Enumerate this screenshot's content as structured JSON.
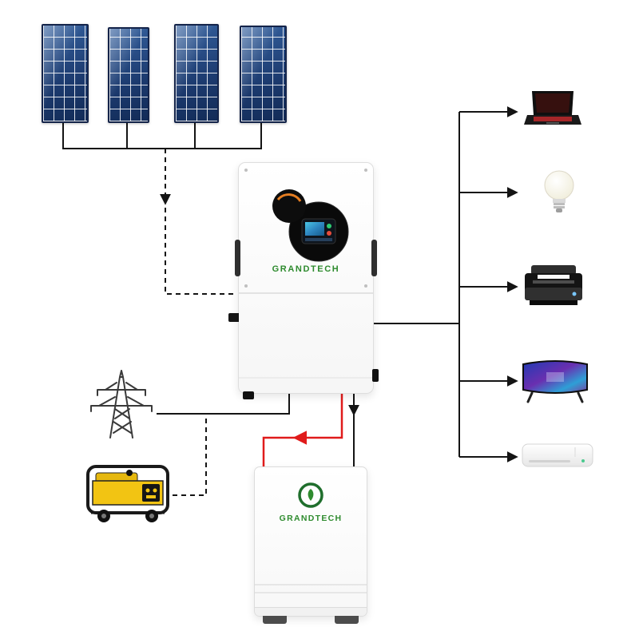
{
  "nodes": {
    "solar_array": {
      "icon": "solar-panel-icon",
      "panel_count": 4
    },
    "inverter": {
      "icon": "hybrid-inverter",
      "label": "GRANDTECH"
    },
    "battery": {
      "icon": "battery-storage",
      "label": "GRANDTECH"
    },
    "grid": {
      "icon": "transmission-tower-icon"
    },
    "generator": {
      "icon": "generator-icon"
    },
    "loads": [
      {
        "icon": "laptop-icon"
      },
      {
        "icon": "light-bulb-icon"
      },
      {
        "icon": "printer-icon"
      },
      {
        "icon": "tv-icon"
      },
      {
        "icon": "air-conditioner-icon"
      }
    ]
  },
  "connections": [
    {
      "from": "solar_array",
      "to": "inverter",
      "style": "dashed",
      "color": "#141414"
    },
    {
      "from": "grid",
      "to": "inverter",
      "style": "solid",
      "color": "#141414"
    },
    {
      "from": "generator",
      "to": "grid_line",
      "style": "dashed",
      "color": "#141414"
    },
    {
      "from": "inverter",
      "to": "battery",
      "style": "solid",
      "color": "#e01b1b"
    },
    {
      "from": "inverter",
      "to": "battery",
      "style": "solid",
      "color": "#141414"
    },
    {
      "from": "inverter",
      "to": "loads_bus",
      "style": "solid",
      "color": "#141414"
    }
  ],
  "colors": {
    "background": "#ffffff",
    "line": "#141414",
    "power_red": "#e01b1b",
    "brand_green": "#2e8b2e",
    "panel_blue": "#1c3a6e",
    "generator_yellow": "#f2c413"
  }
}
